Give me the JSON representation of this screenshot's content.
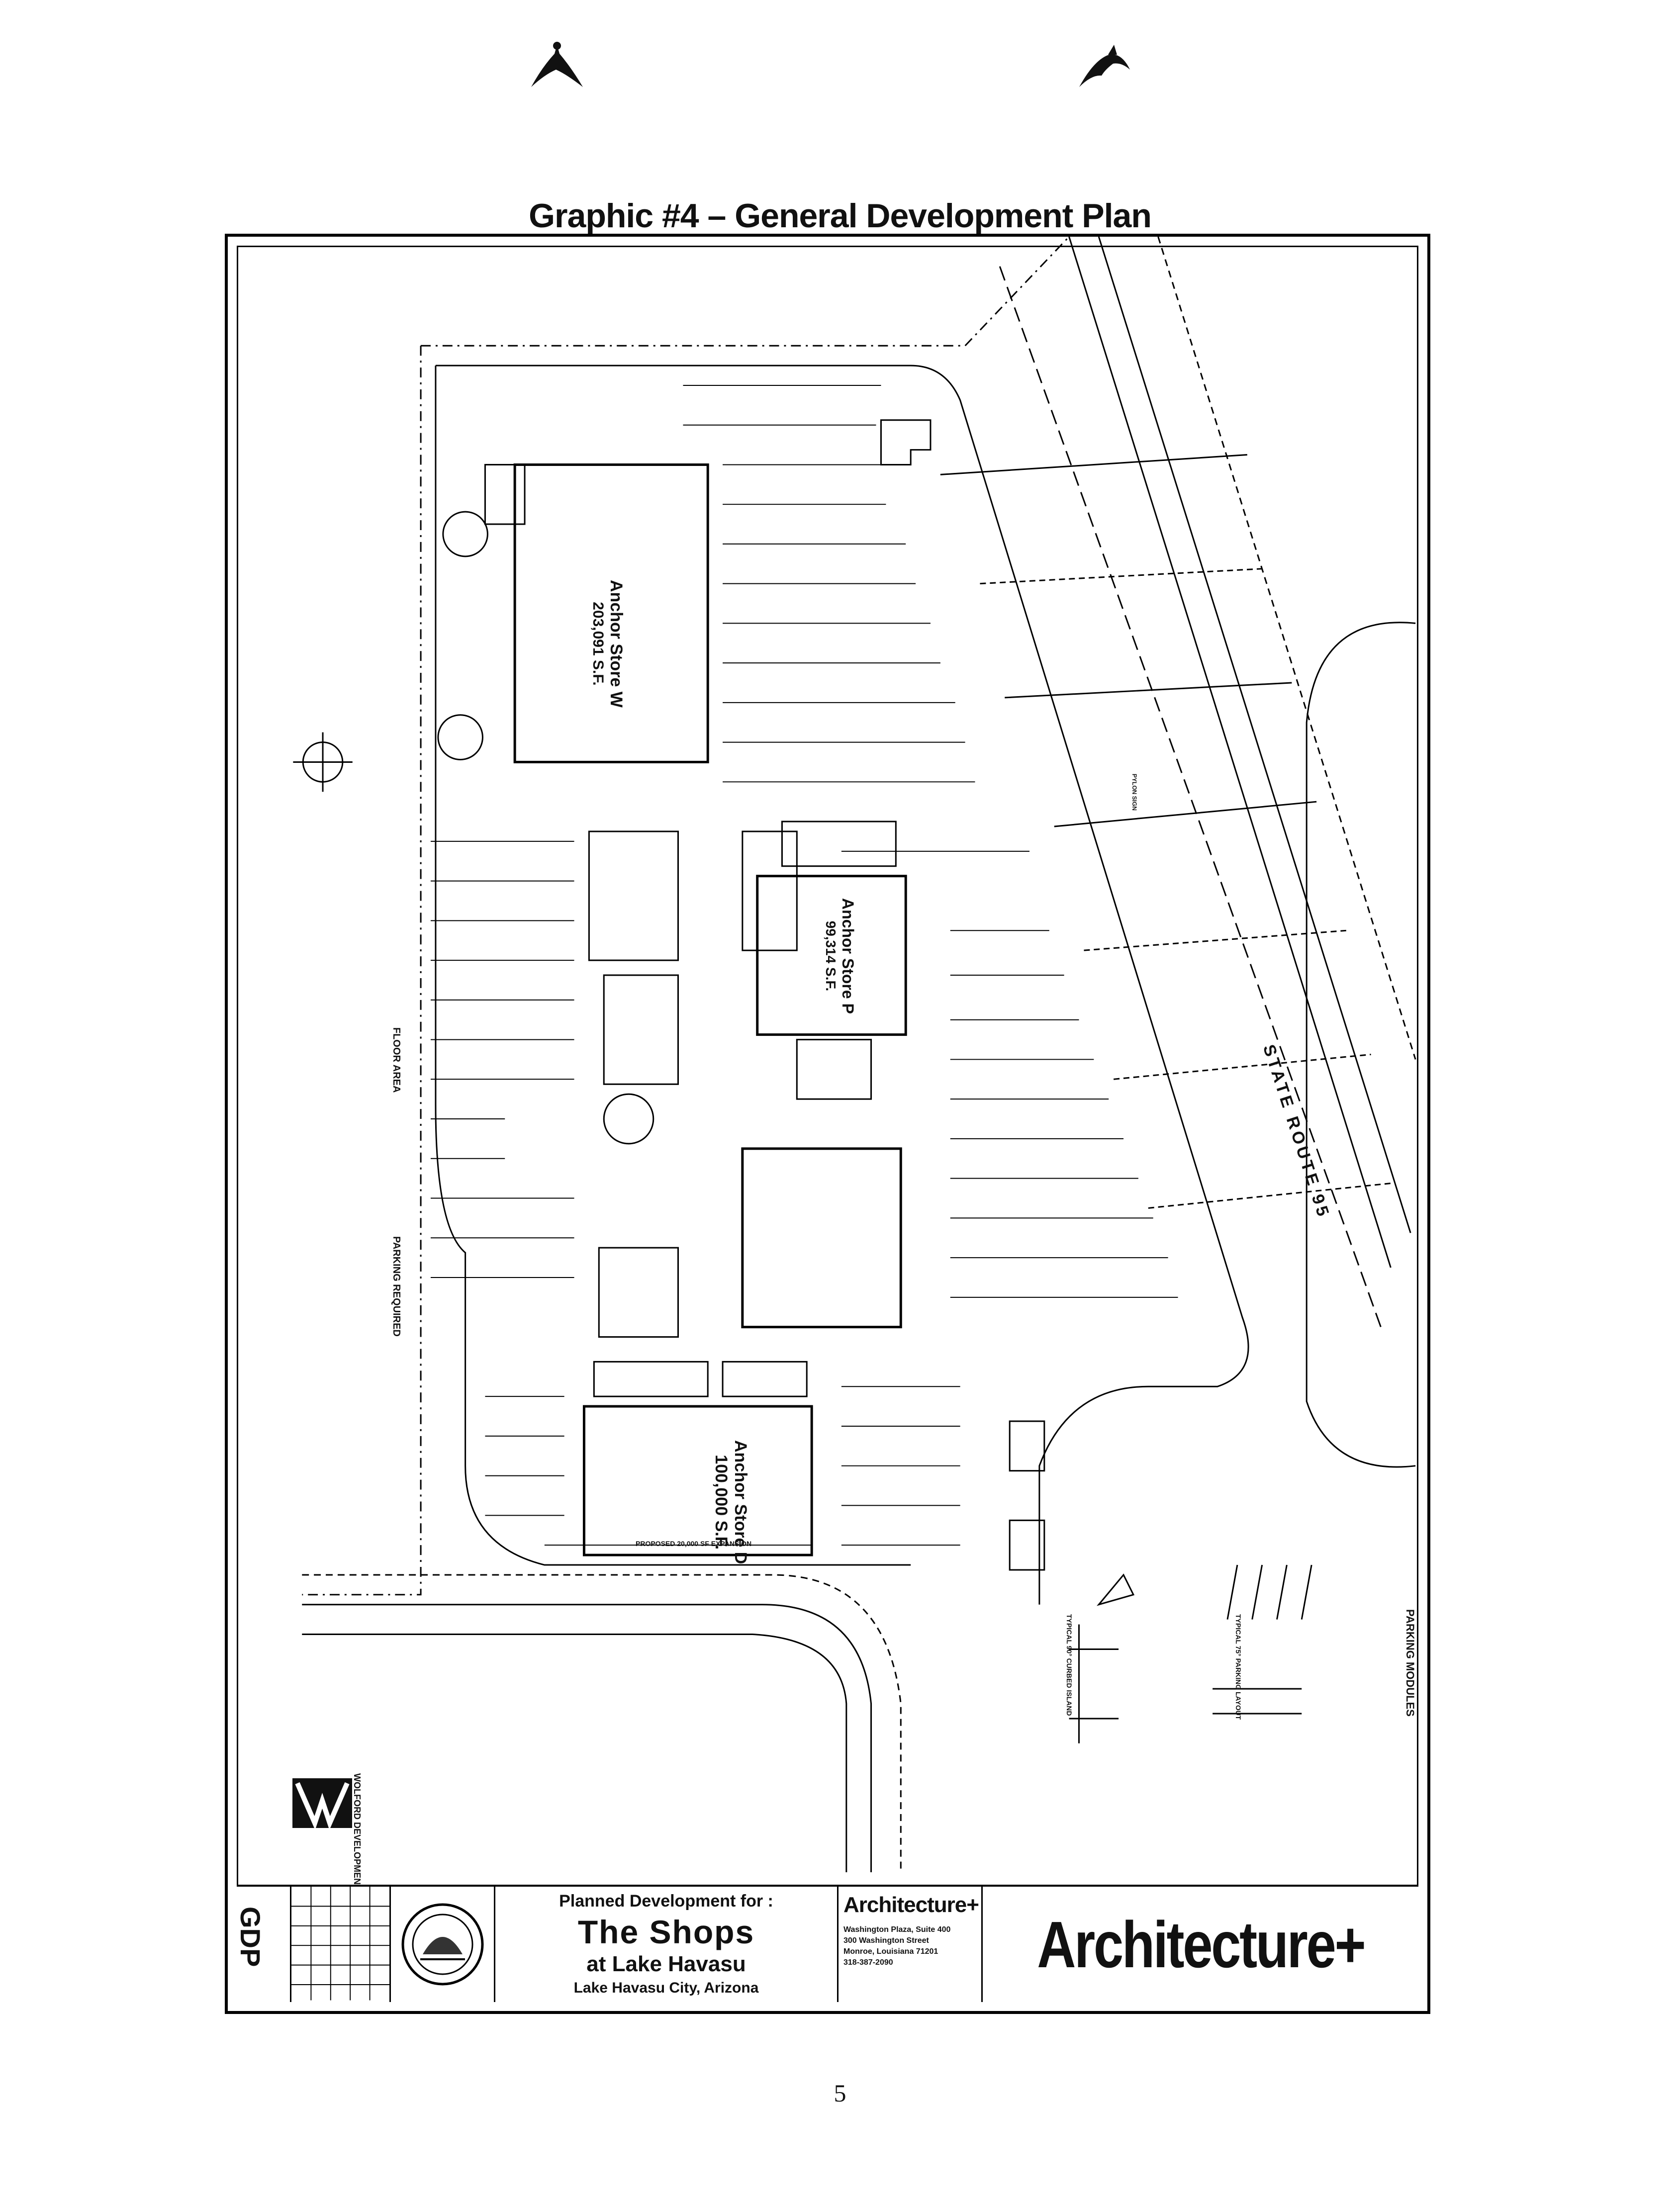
{
  "document": {
    "title": "Graphic #4 – General Development Plan",
    "page_number": "5"
  },
  "plan": {
    "state_route": "STATE ROUTE 95",
    "anchor_w": {
      "name": "Anchor Store W",
      "area": "203,091 S.F."
    },
    "anchor_p": {
      "name": "Anchor Store P",
      "area": "99,314 S.F."
    },
    "anchor_d": {
      "name": "Anchor Store D",
      "area": "100,000 S.F."
    },
    "expansion": "PROPOSED 20,000 SF EXPANSION",
    "floor_area_heading": "FLOOR AREA",
    "parking_heading": "PARKING REQUIRED",
    "parking_modules": "PARKING MODULES",
    "typical_parking": "TYPICAL 75° PARKING LAYOUT",
    "typical_island": "TYPICAL 90° CURBED ISLAND",
    "pylon_sign": "PYLON SIGN",
    "developer": "WOLFORD DEVELOPMENT, INC."
  },
  "title_block": {
    "sheet_id": "GDP",
    "planned_for": "Planned Development for :",
    "project_name": "The Shops",
    "project_sub": "at Lake Havasu",
    "city": "Lake Havasu City, Arizona",
    "architect_small": "Architecture+",
    "architect_addr": "Washington Plaza, Suite 400\n300 Washington Street\nMonroe, Louisiana 71201\n318-387-2090",
    "architect_big": "Architecture+"
  }
}
